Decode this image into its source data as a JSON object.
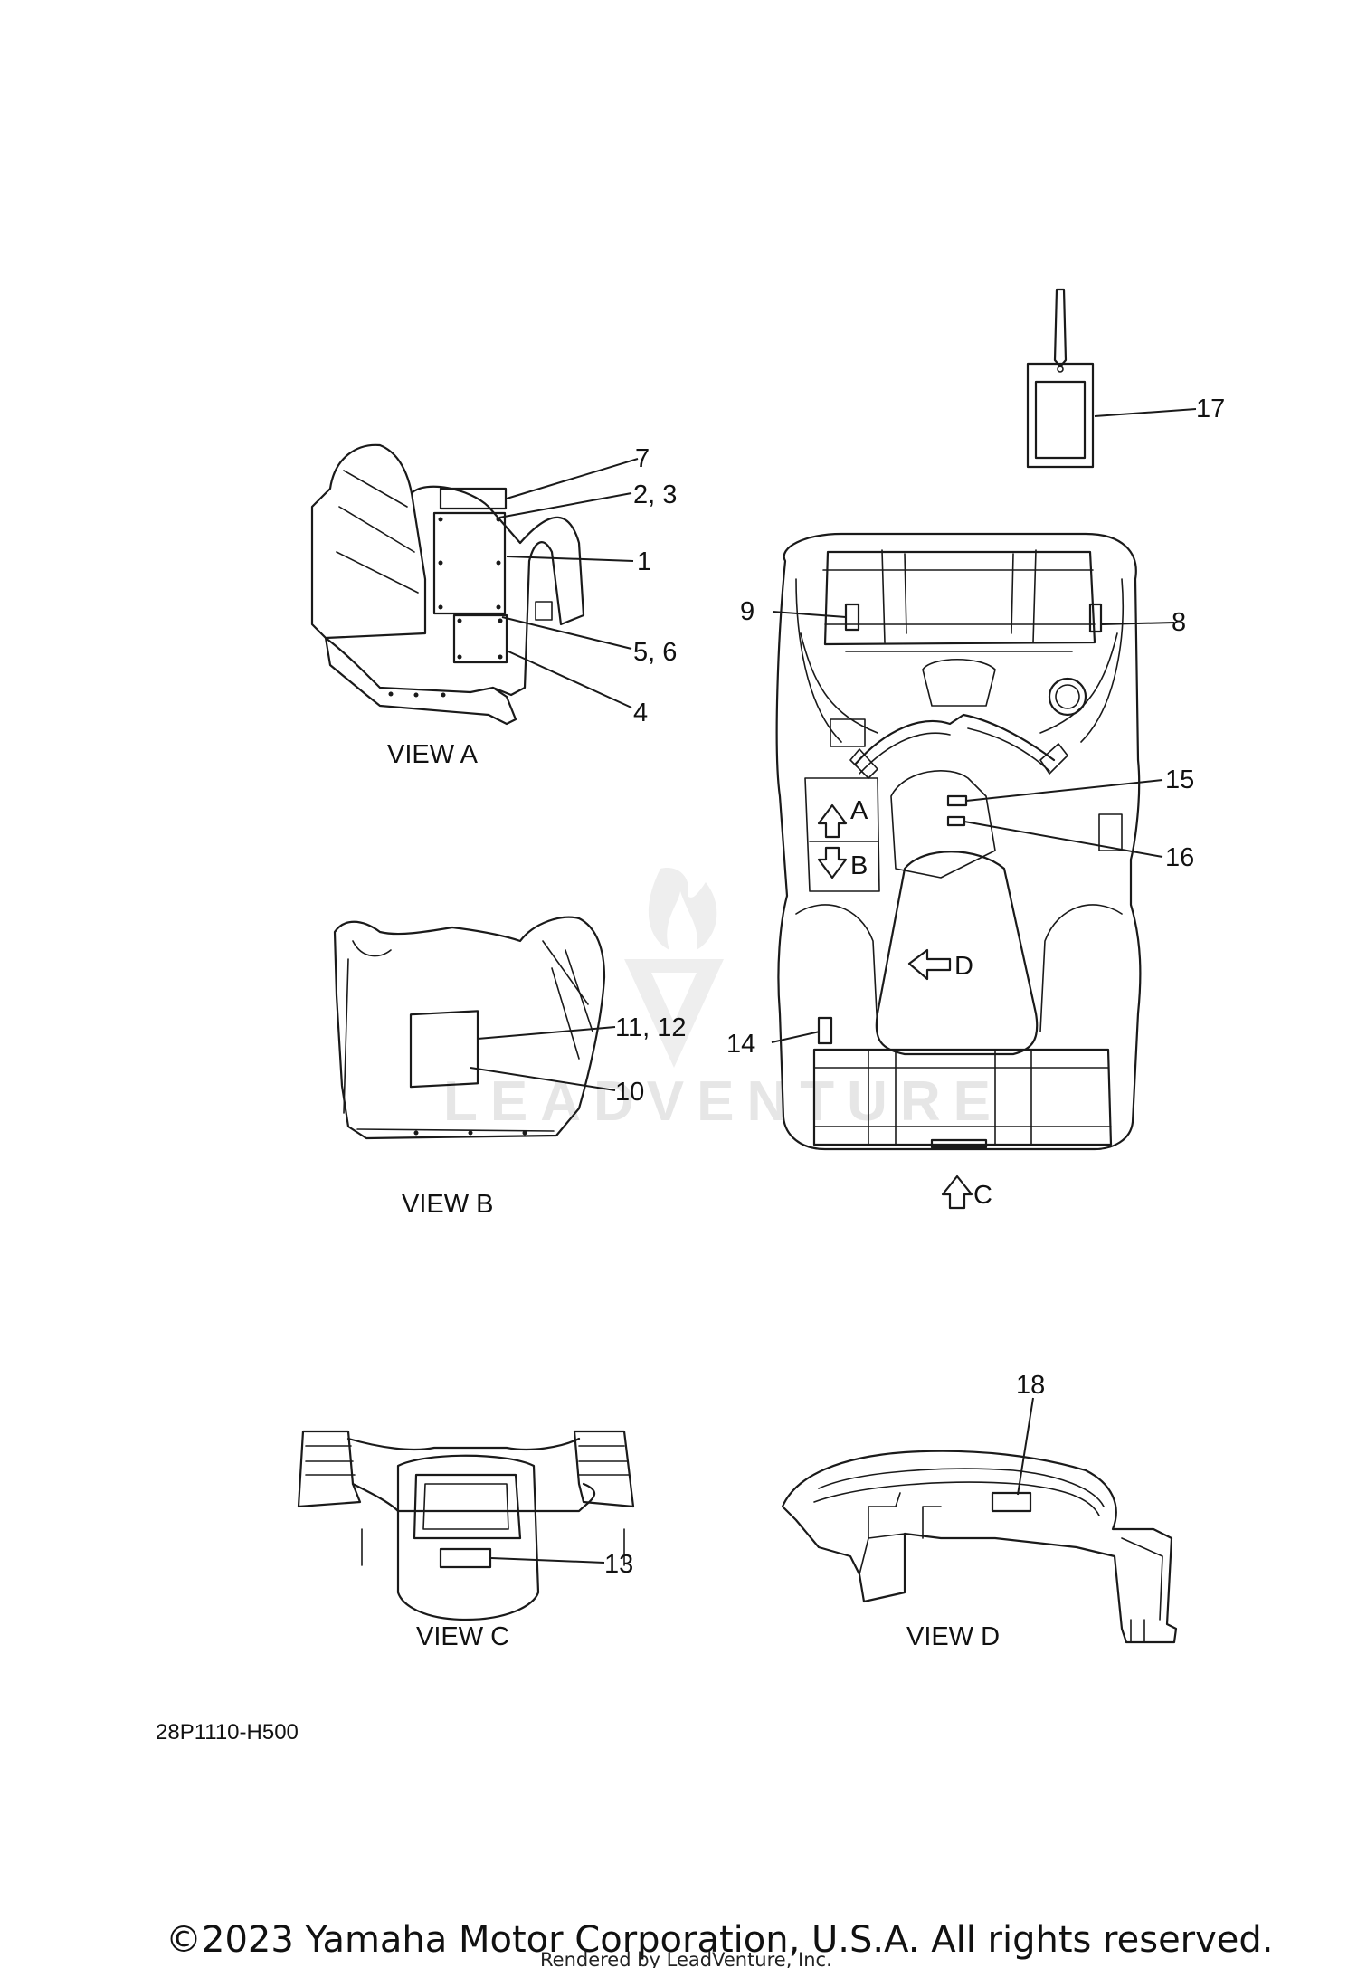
{
  "views": {
    "view_a": "VIEW A",
    "view_b": "VIEW B",
    "view_c": "VIEW C",
    "view_d": "VIEW D"
  },
  "callouts": {
    "c1": "1",
    "c2_3": "2, 3",
    "c4": "4",
    "c5_6": "5, 6",
    "c7": "7",
    "c8": "8",
    "c9": "9",
    "c10": "10",
    "c11_12": "11, 12",
    "c13": "13",
    "c14": "14",
    "c15": "15",
    "c16": "16",
    "c17": "17",
    "c18": "18"
  },
  "direction_arrows": {
    "a": "A",
    "b": "B",
    "c": "C",
    "d": "D"
  },
  "diagram_code": "28P1110-H500",
  "copyright": "©2023 Yamaha Motor Corporation, U.S.A. All rights reserved.",
  "rendered_by": "Rendered by LeadVenture, Inc.",
  "watermark": "LEADVENTURE",
  "colors": {
    "line": "#1a1a1a",
    "background": "#ffffff",
    "watermark": "#e6e6e6"
  }
}
